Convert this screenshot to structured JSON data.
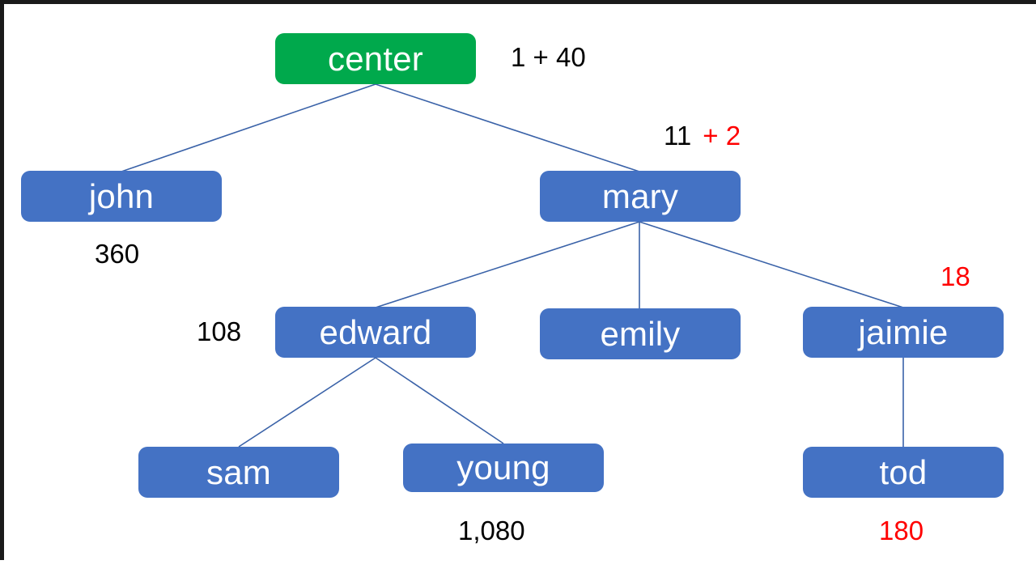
{
  "diagram": {
    "title": "org-tree-with-value-annotations",
    "colors": {
      "node_blue": "#4472C4",
      "node_green": "#00A94C",
      "connector": "#3A62A8",
      "annotation_black": "#000000",
      "annotation_red": "#FF0000",
      "background": "#FFFFFF"
    },
    "nodes": [
      {
        "id": "center",
        "label": "center",
        "color": "green"
      },
      {
        "id": "john",
        "label": "john",
        "color": "blue"
      },
      {
        "id": "mary",
        "label": "mary",
        "color": "blue"
      },
      {
        "id": "edward",
        "label": "edward",
        "color": "blue"
      },
      {
        "id": "emily",
        "label": "emily",
        "color": "blue"
      },
      {
        "id": "jaimie",
        "label": "jaimie",
        "color": "blue"
      },
      {
        "id": "sam",
        "label": "sam",
        "color": "blue"
      },
      {
        "id": "young",
        "label": "young",
        "color": "blue"
      },
      {
        "id": "tod",
        "label": "tod",
        "color": "blue"
      }
    ],
    "edges": [
      {
        "from": "center",
        "to": "john"
      },
      {
        "from": "center",
        "to": "mary"
      },
      {
        "from": "mary",
        "to": "edward"
      },
      {
        "from": "mary",
        "to": "emily"
      },
      {
        "from": "mary",
        "to": "jaimie"
      },
      {
        "from": "edward",
        "to": "sam"
      },
      {
        "from": "edward",
        "to": "young"
      },
      {
        "from": "jaimie",
        "to": "tod"
      }
    ],
    "annotations": [
      {
        "id": "center-value",
        "for": "center",
        "text": "1 + 40",
        "black": "1 + 40",
        "red": ""
      },
      {
        "id": "mary-value",
        "for": "mary",
        "black": "11",
        "red": "+ 2"
      },
      {
        "id": "john-value",
        "for": "john",
        "text": "360"
      },
      {
        "id": "edward-value",
        "for": "edward",
        "text": "108"
      },
      {
        "id": "jaimie-value",
        "for": "jaimie",
        "text": "18"
      },
      {
        "id": "young-value",
        "for": "young",
        "text": "1,080"
      },
      {
        "id": "tod-value",
        "for": "tod",
        "text": "180"
      }
    ]
  }
}
